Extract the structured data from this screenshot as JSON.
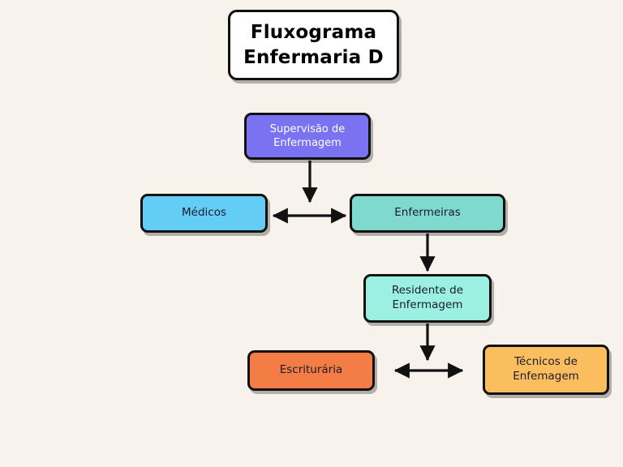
{
  "diagram": {
    "background_color": "#f7f2ec",
    "title": {
      "line1": "Fluxograma",
      "line2": "Enfermaria D",
      "fill": "#ffffff",
      "text_color": "#000000"
    },
    "nodes": [
      {
        "id": "supervisao",
        "line1": "Supervisão de",
        "line2": "Enfermagem",
        "fill": "#7a72f0",
        "text_color": "#ffffff"
      },
      {
        "id": "medicos",
        "line1": "Médicos",
        "line2": "",
        "fill": "#63cdf6",
        "text_color": "#1a1a2e"
      },
      {
        "id": "enfermeiras",
        "line1": "Enfermeiras",
        "line2": "",
        "fill": "#7fd9cf",
        "text_color": "#1a1a2e"
      },
      {
        "id": "residente",
        "line1": "Residente de",
        "line2": "Enfermagem",
        "fill": "#9bf0e1",
        "text_color": "#1a1a2e"
      },
      {
        "id": "escrituraria",
        "line1": "Escriturária",
        "line2": "",
        "fill": "#f47c45",
        "text_color": "#1a1a2e"
      },
      {
        "id": "tecnicos",
        "line1": "Técnicos de",
        "line2": "Enfemagem",
        "fill": "#fbbe5e",
        "text_color": "#1a1a2e"
      }
    ],
    "connectors": [
      {
        "id": "supervisao-down",
        "from": "supervisao",
        "to": "medicos-enfermeiras-link",
        "kind": "arrow-down",
        "color": "#111111"
      },
      {
        "id": "medicos-enfermeiras-link",
        "from": "medicos",
        "to": "enfermeiras",
        "kind": "double-arrow-horizontal",
        "color": "#111111"
      },
      {
        "id": "enfermeiras-residente",
        "from": "enfermeiras",
        "to": "residente",
        "kind": "arrow-down",
        "color": "#111111"
      },
      {
        "id": "residente-down",
        "from": "residente",
        "to": "escrituraria-tecnicos-link",
        "kind": "arrow-down",
        "color": "#111111"
      },
      {
        "id": "escrituraria-tecnicos-link",
        "from": "escrituraria",
        "to": "tecnicos",
        "kind": "double-arrow-horizontal",
        "color": "#111111"
      }
    ]
  }
}
